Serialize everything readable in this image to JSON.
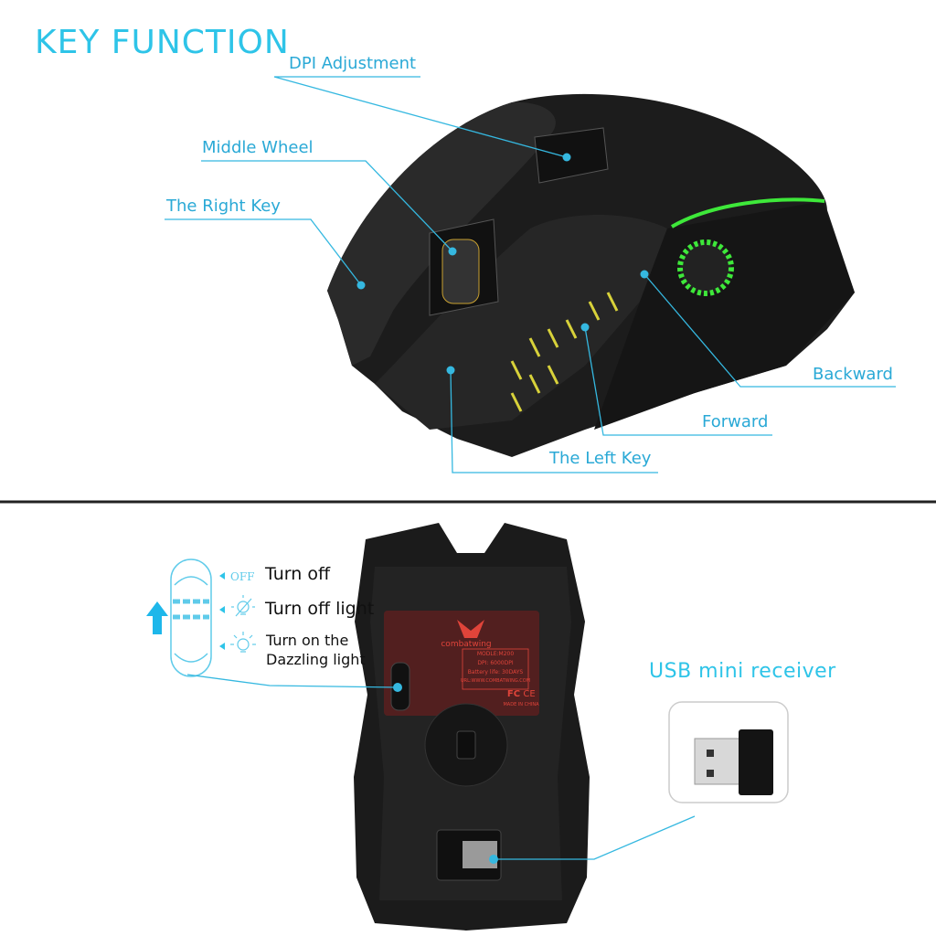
{
  "title": "KEY FUNCTION",
  "top_callouts": {
    "dpi": "DPI Adjustment",
    "wheel": "Middle Wheel",
    "right_key": "The Right Key",
    "backward": "Backward",
    "forward": "Forward",
    "left_key": "The Left Key"
  },
  "switch": {
    "off_icon_text": "OFF",
    "turn_off": "Turn off",
    "turn_off_light": "Turn off light",
    "turn_on_line1": "Turn on the",
    "turn_on_line2": "Dazzling light"
  },
  "usb": {
    "title": "USB mini receiver"
  },
  "label_plate": {
    "brand": "combatwing",
    "model": "MODLE:M200",
    "dpi": "DPI: 6000DPI",
    "battery": "Battery life: 30DAYS",
    "url": "URL:WWW.COMBATWING.COM",
    "made_in": "MADE IN CHINA",
    "fc": "FC",
    "ce": "CE"
  },
  "colors": {
    "accent": "#2ec4e8",
    "line": "#35b8e0",
    "mouse": "#1a1a1a",
    "glow": "#3ee83a",
    "label": "#e0443a"
  }
}
